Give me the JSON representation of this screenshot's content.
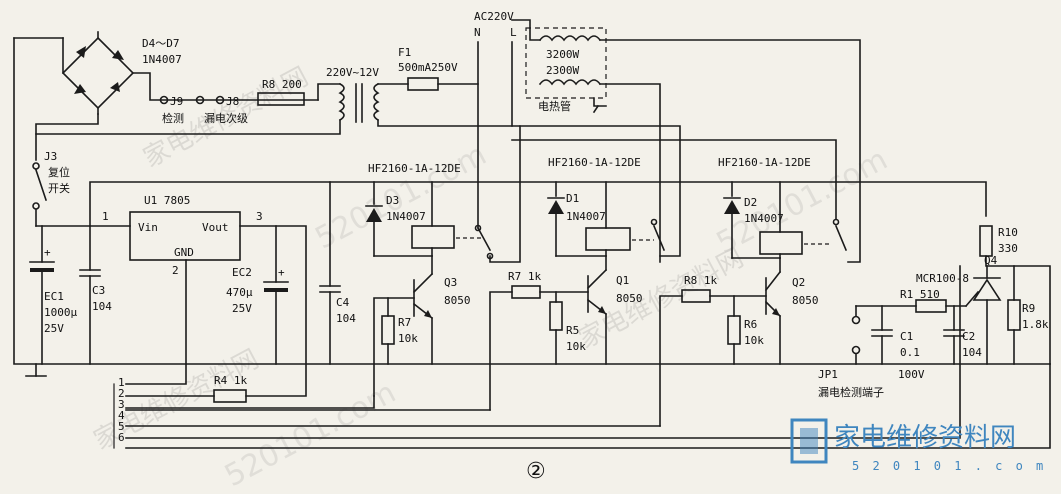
{
  "watermark": {
    "text": "家电维修资料网",
    "url": "520101.com",
    "url_full": "5 2 0 1 0 1 . c o m"
  },
  "figure_label": "②",
  "mains": {
    "ac": "AC220V",
    "n": "N",
    "l": "L"
  },
  "bridge": {
    "ref": "D4～D7",
    "part": "1N4007"
  },
  "test_jacks": {
    "j9": "J9",
    "j8": "J8",
    "j9_label": "检测",
    "j8_label": "漏电次级"
  },
  "r8": {
    "ref": "R8",
    "value": "200"
  },
  "transformer": {
    "label": "220V~12V"
  },
  "fuse": {
    "ref": "F1",
    "value": "500mA250V"
  },
  "heater": {
    "w1": "3200W",
    "w2": "2300W",
    "label": "电热管"
  },
  "reset": {
    "ref": "J3",
    "label1": "复位",
    "label2": "开关"
  },
  "ec1": {
    "ref": "EC1",
    "value": "1000μ",
    "volt": "25V"
  },
  "c3": {
    "ref": "C3",
    "value": "104"
  },
  "regulator": {
    "ref": "U1",
    "part": "7805",
    "vin": "Vin",
    "vout": "Vout",
    "gnd": "GND",
    "pin1": "1",
    "pin2": "2",
    "pin3": "3"
  },
  "ec2": {
    "ref": "EC2",
    "value": "470μ",
    "volt": "25V"
  },
  "c4": {
    "ref": "C4",
    "value": "104"
  },
  "relays": [
    {
      "part": "HF2160-1A-12DE",
      "diode_ref": "D3",
      "diode": "1N4007"
    },
    {
      "part": "HF2160-1A-12DE",
      "diode_ref": "D1",
      "diode": "1N4007"
    },
    {
      "part": "HF2160-1A-12DE",
      "diode_ref": "D2",
      "diode": "1N4007"
    }
  ],
  "transistors": [
    {
      "ref": "Q3",
      "part": "8050"
    },
    {
      "ref": "Q1",
      "part": "8050"
    },
    {
      "ref": "Q2",
      "part": "8050"
    }
  ],
  "base_resistors": [
    {
      "ref": "R7",
      "value": "1k"
    },
    {
      "ref": "R8",
      "value": "1k"
    }
  ],
  "pulldowns": [
    {
      "ref": "R7",
      "value": "10k"
    },
    {
      "ref": "R5",
      "value": "10k"
    },
    {
      "ref": "R6",
      "value": "10k"
    }
  ],
  "r4": {
    "ref": "R4",
    "value": "1k"
  },
  "r10": {
    "ref": "R10",
    "value": "330"
  },
  "scr": {
    "ref": "Q4",
    "part": "MCR100-8"
  },
  "r9": {
    "ref": "R9",
    "value": "1.8k"
  },
  "r1": {
    "ref": "R1",
    "value": "510"
  },
  "c1": {
    "ref": "C1",
    "value": "0.1",
    "volt": "100V"
  },
  "c2": {
    "ref": "C2",
    "value": "104"
  },
  "jp1": {
    "ref": "JP1",
    "label": "漏电检测端子"
  },
  "header_pins": [
    "1",
    "2",
    "3",
    "4",
    "5",
    "6"
  ]
}
